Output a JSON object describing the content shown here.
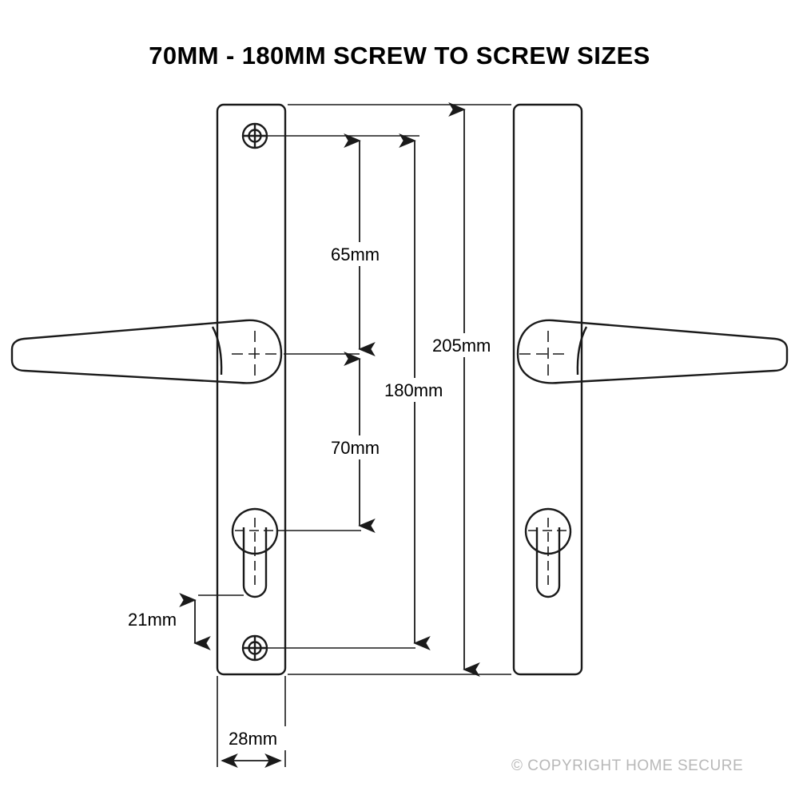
{
  "title": "70MM - 180MM SCREW TO SCREW SIZES",
  "copyright": "© COPYRIGHT HOME SECURE",
  "colors": {
    "line": "#1a1a1a",
    "background": "#ffffff",
    "text": "#000000",
    "watermark": "#b8b8b8"
  },
  "dimensions": {
    "screw_to_handle": "65mm",
    "screw_to_screw": "70mm",
    "handle_to_cylinder": "180mm",
    "total_length": "205mm",
    "bottom_offset": "21mm",
    "plate_width": "28mm"
  },
  "parts": {
    "left_plate": "left-backplate",
    "right_plate": "right-backplate",
    "left_handle": "left-lever-handle",
    "right_handle": "right-lever-handle",
    "top_screw": "top-fixing-screw",
    "bottom_screw": "bottom-fixing-screw",
    "left_keyhole": "left-euro-cylinder-keyhole",
    "right_keyhole": "right-euro-cylinder-keyhole"
  }
}
